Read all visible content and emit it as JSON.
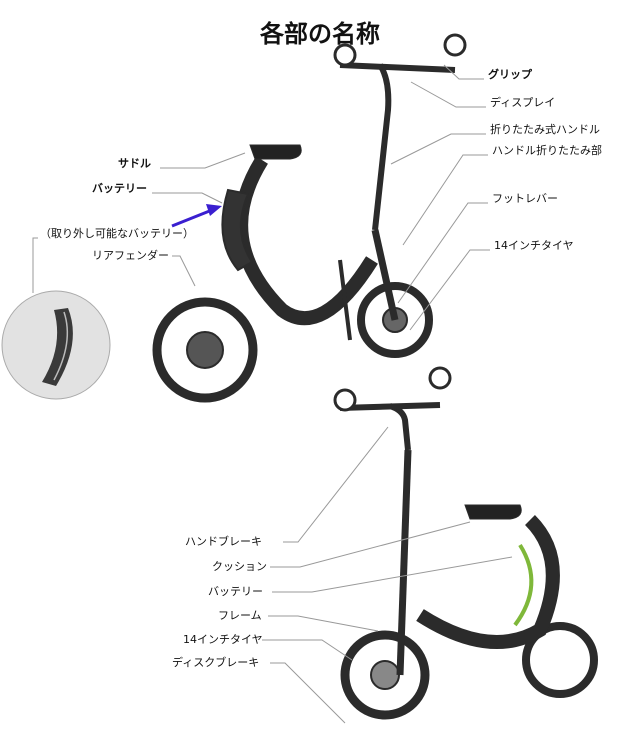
{
  "title": "各部の名称",
  "top_labels": {
    "grip": "グリップ",
    "display": "ディスプレイ",
    "folding_handle": "折りたたみ式ハンドル",
    "handle_fold": "ハンドル折りたたみ部",
    "foot_lever": "フットレバー",
    "tire": "14インチタイヤ",
    "saddle": "サドル",
    "battery": "バッテリー",
    "removable_battery": "（取り外し可能なバッテリー）",
    "rear_fender": "リアフェンダー"
  },
  "bottom_labels": {
    "hand_brake": "ハンドブレーキ",
    "cushion": "クッション",
    "battery": "バッテリー",
    "frame": "フレーム",
    "tire": "14インチタイヤ",
    "disc_brake": "ディスクブレーキ"
  },
  "colors": {
    "arrow": "#3a1fd0",
    "frame": "#2b2b2b",
    "leader": "#999999",
    "accent_green": "#7fb83a"
  }
}
